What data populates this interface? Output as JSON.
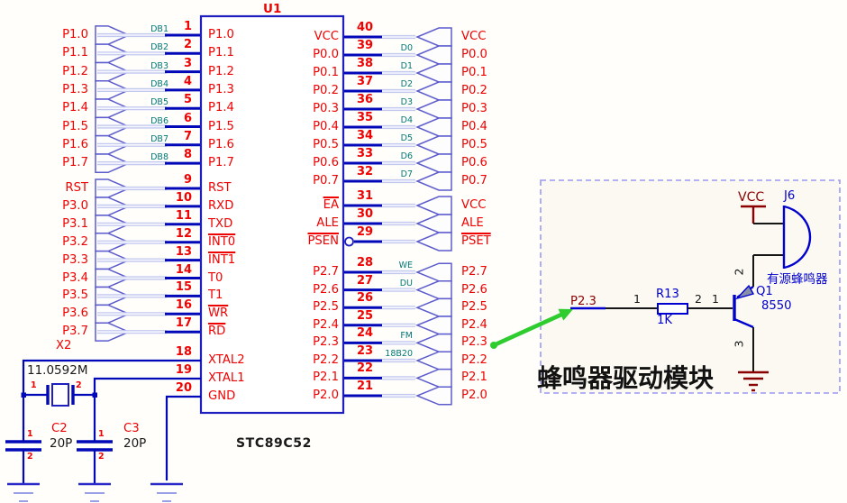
{
  "colors": {
    "label_red": "#ef0202",
    "net_teal": "#007878",
    "wire_blue": "#0008b8",
    "component_blue": "#0000cf",
    "power_maroon": "#8b0000",
    "arrow_green": "#2fcc2f",
    "text_black": "#151515"
  },
  "ic": {
    "designator": "U1",
    "part": "STC89C52",
    "groups": {
      "left1": {
        "ext": [
          "P1.0",
          "P1.1",
          "P1.2",
          "P1.3",
          "P1.4",
          "P1.5",
          "P1.6",
          "P1.7"
        ],
        "nets": [
          "DB1",
          "DB2",
          "DB3",
          "DB4",
          "DB5",
          "DB6",
          "DB7",
          "DB8"
        ],
        "nums": [
          "1",
          "2",
          "3",
          "4",
          "5",
          "6",
          "7",
          "8"
        ],
        "inner": [
          "P1.0",
          "P1.1",
          "P1.2",
          "P1.3",
          "P1.4",
          "P1.5",
          "P1.6",
          "P1.7"
        ]
      },
      "left2": {
        "ext": [
          "RST",
          "P3.0",
          "P3.1",
          "P3.2",
          "P3.3",
          "P3.4",
          "P3.5",
          "P3.6",
          "P3.7"
        ],
        "nums": [
          "9",
          "10",
          "11",
          "12",
          "13",
          "14",
          "15",
          "16",
          "17"
        ],
        "inner": [
          "RST",
          "RXD",
          "TXD",
          "INT0",
          "INT1",
          "T0",
          "T1",
          "WR",
          "RD"
        ],
        "inner_overline": [
          false,
          false,
          false,
          true,
          true,
          false,
          false,
          true,
          true
        ]
      },
      "left3": {
        "nums": [
          "18",
          "19",
          "20"
        ],
        "inner": [
          "XTAL2",
          "XTAL1",
          "GND"
        ]
      },
      "right1": {
        "ext": [
          "VCC",
          "P0.0",
          "P0.1",
          "P0.2",
          "P0.3",
          "P0.4",
          "P0.5",
          "P0.6",
          "P0.7"
        ],
        "nets": [
          null,
          "D0",
          "D1",
          "D2",
          "D3",
          "D4",
          "D5",
          "D6",
          "D7"
        ],
        "nums": [
          "40",
          "39",
          "38",
          "37",
          "36",
          "35",
          "34",
          "33",
          "32"
        ],
        "inner": [
          "VCC",
          "P0.0",
          "P0.1",
          "P0.2",
          "P0.3",
          "P0.4",
          "P0.5",
          "P0.6",
          "P0.7"
        ]
      },
      "right2": {
        "ext": [
          "VCC",
          "ALE",
          "PSET"
        ],
        "ext_overline": [
          false,
          false,
          true
        ],
        "nums": [
          "31",
          "30",
          "29"
        ],
        "inner": [
          "EA",
          "ALE",
          "PSEN"
        ],
        "inner_overline": [
          true,
          false,
          true
        ]
      },
      "right3": {
        "ext": [
          "P2.7",
          "P2.6",
          "P2.5",
          "P2.4",
          "P2.3",
          "P2.2",
          "P2.1",
          "P2.0"
        ],
        "nets": [
          "WE",
          "DU",
          null,
          null,
          "FM",
          "18B20",
          null,
          null
        ],
        "nums": [
          "28",
          "27",
          "26",
          "25",
          "24",
          "23",
          "22",
          "21"
        ],
        "inner": [
          "P2.7",
          "P2.6",
          "P2.5",
          "P2.4",
          "P2.3",
          "P2.2",
          "P2.1",
          "P2.0"
        ]
      }
    }
  },
  "oscillator": {
    "designator": "X2",
    "value": "11.0592M",
    "pin1": "1",
    "pin2": "2"
  },
  "caps": [
    {
      "designator": "C2",
      "value": "20P",
      "pin1": "1",
      "pin2": "2"
    },
    {
      "designator": "C3",
      "value": "20P",
      "pin1": "1",
      "pin2": "2"
    }
  ],
  "module": {
    "title": "蜂鸣器驱动模块",
    "input_net": "P2.3",
    "power": "VCC",
    "resistor": {
      "designator": "R13",
      "value": "1K",
      "pin_left": "1",
      "pin_right": "2"
    },
    "transistor": {
      "designator": "Q1",
      "part": "8550",
      "pin_base": "1",
      "pin_emitter": "2",
      "pin_collector": "3"
    },
    "buzzer": {
      "designator": "J6",
      "label": "有源蜂鸣器"
    }
  }
}
